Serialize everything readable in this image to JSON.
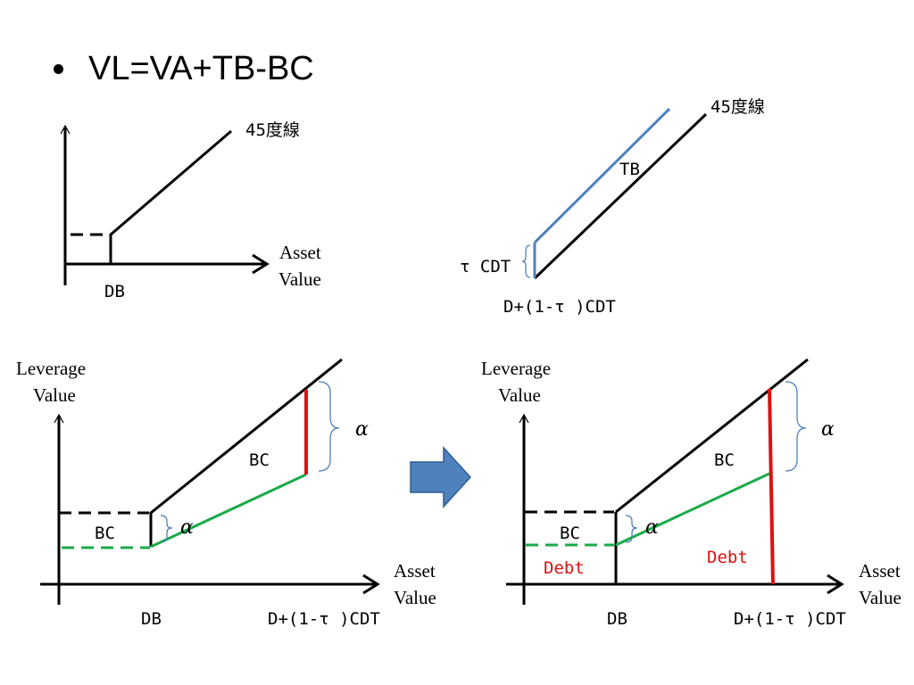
{
  "title": "VL=VA+TB-BC",
  "colors": {
    "axis": "#000000",
    "tb_line": "#4f81bd",
    "brace": "#4f81bd",
    "red": "#e01010",
    "green": "#1aaa4a",
    "arrow_fill": "#4f81bd",
    "arrow_stroke": "#2f5f91"
  },
  "panel_top_left": {
    "line_label": "45度線",
    "x_label_1": "Asset",
    "x_label_2": "Value",
    "db_label": "DB"
  },
  "panel_top_right": {
    "line_label": "45度線",
    "tb_label": "TB",
    "tau_cdt_label": "τ CDT",
    "x_tick_label": "D+(1-τ )CDT"
  },
  "panel_bottom_left": {
    "y_label_1": "Leverage",
    "y_label_2": "Value",
    "x_label_1": "Asset",
    "x_label_2": "Value",
    "db_label": "DB",
    "cdt_label": "D+(1-τ )CDT",
    "bc_upper": "BC",
    "bc_lower": "BC",
    "alpha_upper": "α",
    "alpha_lower": "α"
  },
  "panel_bottom_right": {
    "y_label_1": "Leverage",
    "y_label_2": "Value",
    "x_label_1": "Asset",
    "x_label_2": "Value",
    "db_label": "DB",
    "cdt_label": "D+(1-τ )CDT",
    "bc_upper": "BC",
    "bc_lower": "BC",
    "alpha_upper": "α",
    "alpha_lower": "α",
    "debt_left": "Debt",
    "debt_right": "Debt"
  },
  "transition_arrow": "right-arrow"
}
